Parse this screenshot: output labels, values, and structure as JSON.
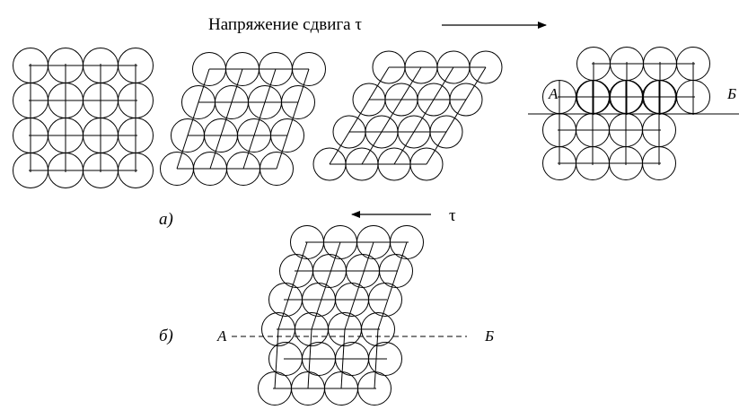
{
  "labels": {
    "shear_stress": "Напряжение сдвига τ",
    "part_a": "а)",
    "part_b": "б)",
    "tau": "τ",
    "plane_a_top": "А",
    "plane_b_top": "Б",
    "plane_a_bottom": "А",
    "plane_b_bottom": "Б"
  },
  "style": {
    "stroke": "#000000",
    "background": "#ffffff"
  }
}
